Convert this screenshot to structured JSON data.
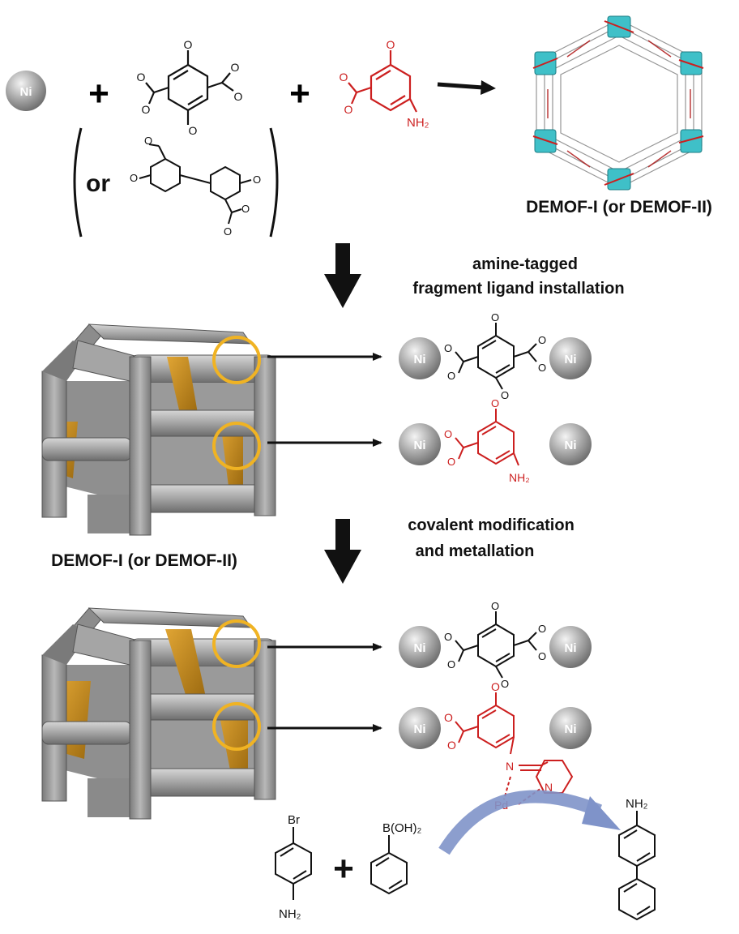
{
  "colors": {
    "ni_sphere": "#9a9a9a",
    "ligand_red": "#cc1f1f",
    "bond_black": "#111111",
    "cage_gray": "#9b9b9b",
    "cage_orange": "#c8901a",
    "highlight_ring": "#f0b323",
    "arc_blue": "#7f93c9",
    "mof_cyan": "#3fc0c8"
  },
  "reactants": {
    "metal": "Ni",
    "plus": "+",
    "or_word": "or",
    "amine_label": "NH₂",
    "oxygen": "O"
  },
  "product": {
    "label": "DEMOF-I (or DEMOF-II)"
  },
  "steps": {
    "step1_line1": "amine-tagged",
    "step1_line2": "fragment ligand installation",
    "step2_line1": "covalent modification",
    "step2_line2": "and metallation"
  },
  "framework_label": "DEMOF-I (or DEMOF-II)",
  "site_labels": {
    "metal": "Ni",
    "amine": "NH₂",
    "imine_n": "N",
    "pyridine_n": "N",
    "palladium": "Pd"
  },
  "suzuki": {
    "bromo": "Br",
    "amine": "NH₂",
    "boronic": "B(OH)₂",
    "plus": "+",
    "product_amine": "NH₂"
  }
}
